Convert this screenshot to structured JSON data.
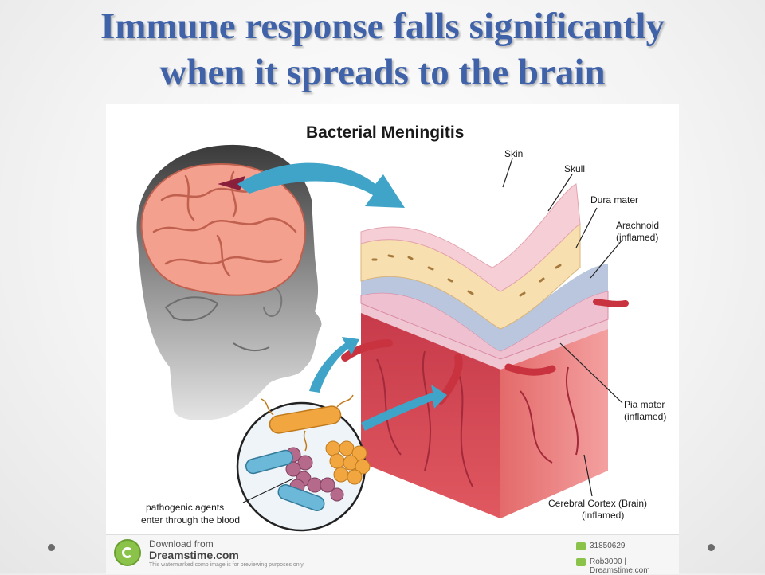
{
  "slide": {
    "title_line1": "Immune response falls significantly",
    "title_line2": "when it spreads to the brain"
  },
  "diagram": {
    "title": "Bacterial Meningitis",
    "labels": {
      "skin": "Skin",
      "skull": "Skull",
      "dura": "Dura mater",
      "arachnoid_1": "Arachnoid",
      "arachnoid_2": "(inflamed)",
      "pia_1": "Pia mater",
      "pia_2": "(inflamed)",
      "cortex_1": "Cerebral Cortex (Brain)",
      "cortex_2": "(inflamed)",
      "pathogen_1": "pathogenic agents",
      "pathogen_2": "enter through the blood"
    },
    "colors": {
      "brain": "#f4a08f",
      "skin": "#f6cfd6",
      "skull": "#f7dfb0",
      "dura": "#b9c6dd",
      "arachnoid": "#efc1d0",
      "cortex": "#e46a6a",
      "arrow": "#3fa4c8",
      "bacteria_orange": "#f2a640",
      "bacteria_blue": "#6bb8d8",
      "bacteria_purple": "#b56a8c"
    }
  },
  "watermark": {
    "line1": "Download from",
    "line2": "Dreamstime.com",
    "line3": "This watermarked comp image is for previewing purposes only.",
    "id": "31850629",
    "credit": "Rob3000 | Dreamstime.com"
  }
}
